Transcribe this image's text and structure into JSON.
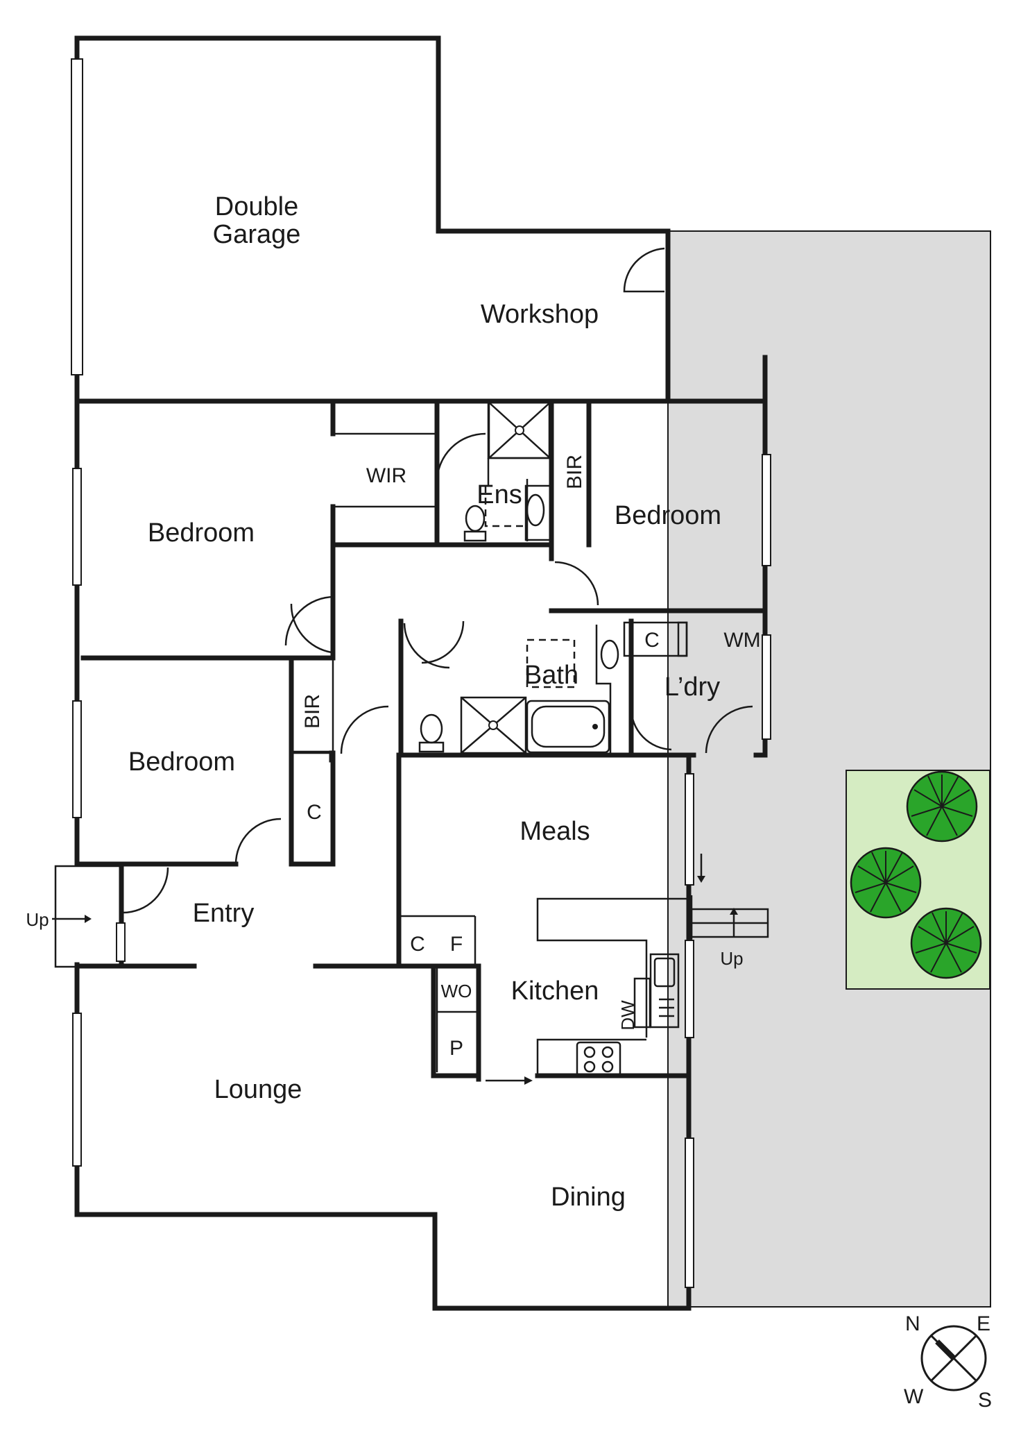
{
  "colors": {
    "wall": "#1a1a1a",
    "paved": "#dcdcdc",
    "garden": "#d5ecc2",
    "tree": "#2aa52a",
    "background": "#ffffff"
  },
  "rooms": {
    "garage_line1": "Double",
    "garage_line2": "Garage",
    "workshop": "Workshop",
    "wir": "WIR",
    "ens": "Ens",
    "bir_top": "BIR",
    "bedroom_main": "Bedroom",
    "bedroom_east": "Bedroom",
    "bedroom_west": "Bedroom",
    "bir_west": "BIR",
    "cupboard_hall": "C",
    "bath": "Bath",
    "cupboard_laundry": "C",
    "wm": "WM",
    "laundry": "L’dry",
    "meals": "Meals",
    "entry": "Entry",
    "cupboard_kitchen": "C",
    "fridge": "F",
    "wall_oven": "WO",
    "pantry": "P",
    "kitchen": "Kitchen",
    "dishwasher": "DW",
    "lounge": "Lounge",
    "dining": "Dining"
  },
  "stairs": {
    "entry_up": "Up",
    "side_up": "Up"
  },
  "compass": {
    "n": "N",
    "e": "E",
    "w": "W",
    "s": "S"
  },
  "icons": {
    "tree": "tree-icon",
    "compass": "compass-icon",
    "arrow": "arrow-icon"
  }
}
